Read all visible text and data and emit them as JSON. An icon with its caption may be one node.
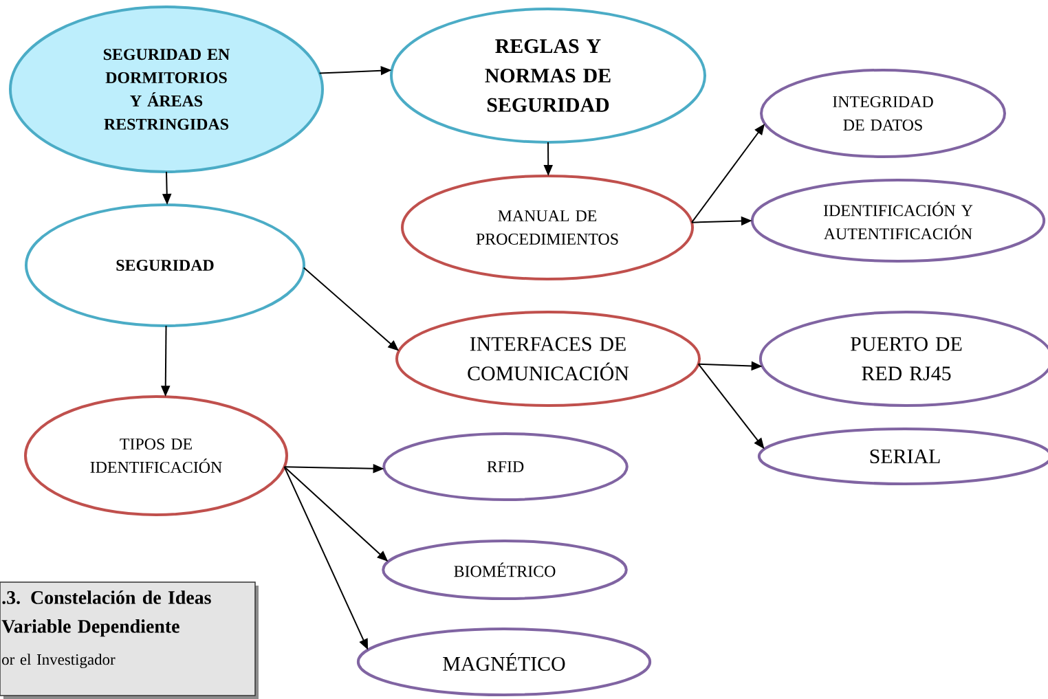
{
  "diagram": {
    "nodes": [
      {
        "text": [
          "SEGURIDAD EN DORMITORIOS Y ÁREAS RESTRINGIDAS"
        ]
      },
      {
        "text": [
          "REGLAS Y NORMAS DE SEGURIDAD"
        ]
      },
      {
        "text": [
          "INTEGRIDAD DE DATOS"
        ]
      },
      {
        "text": [
          "MANUAL DE PROCEDIMIENTOS"
        ]
      },
      {
        "text": [
          "IDENTIFICACIÓN Y AUTENTIFICACIÓN"
        ]
      },
      {
        "text": [
          "SEGURIDAD"
        ]
      },
      {
        "text": [
          "INTERFACES DE COMUNICACIÓN"
        ]
      },
      {
        "text": [
          "PUERTO DE RED RJ45"
        ]
      },
      {
        "text": [
          "TIPOS DE IDENTIFICACIÓN"
        ]
      },
      {
        "text": [
          "SERIAL"
        ]
      },
      {
        "text": [
          "RFID"
        ]
      },
      {
        "text": [
          "BIOMÉTRICO"
        ]
      },
      {
        "text": [
          ".3. Constelación de Ideas Variable Dependiente",
          "or el Investigador"
        ]
      },
      {
        "text": [
          "MAGNÉTICO"
        ]
      }
    ],
    "edges": [
      {
        "from": 0,
        "to": 1,
        "arrow": "to"
      },
      {
        "from": 1,
        "to": 3,
        "arrow": "to"
      },
      {
        "from": 0,
        "to": 5,
        "arrow": "to"
      },
      {
        "from": 3,
        "to": 2,
        "arrow": "to"
      },
      {
        "from": 3,
        "to": 4,
        "arrow": "to"
      },
      {
        "from": 5,
        "to": 6,
        "arrow": "to"
      },
      {
        "from": 5,
        "to": 8,
        "arrow": "to"
      },
      {
        "from": 6,
        "to": 7,
        "arrow": "to"
      },
      {
        "from": 6,
        "to": 9,
        "arrow": "to"
      },
      {
        "from": 8,
        "to": 10,
        "arrow": "to"
      },
      {
        "from": 8,
        "to": 11,
        "arrow": "to"
      },
      {
        "from": 8,
        "to": 13,
        "arrow": "to"
      }
    ]
  }
}
